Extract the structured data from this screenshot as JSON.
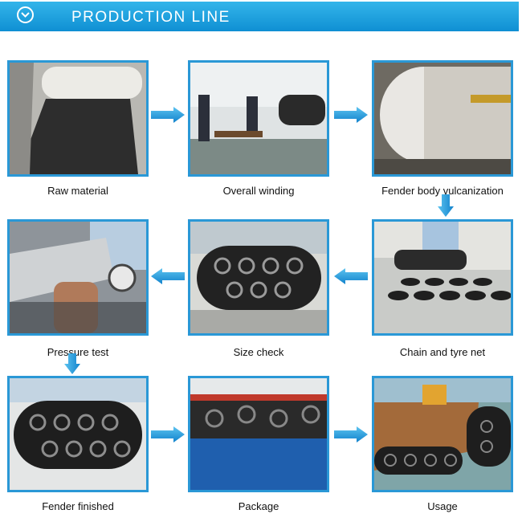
{
  "header": {
    "title": "PRODUCTION LINE",
    "icon": "chevron-down-circle-icon",
    "background": "#1ea1e0"
  },
  "colors": {
    "frame": "#2a98d6",
    "arrow": "#1a8fd3"
  },
  "steps": [
    {
      "label": "Raw material"
    },
    {
      "label": "Overall winding"
    },
    {
      "label": "Fender body vulcanization"
    },
    {
      "label": "Chain and tyre net"
    },
    {
      "label": "Size check"
    },
    {
      "label": "Pressure test"
    },
    {
      "label": "Fender finished"
    },
    {
      "label": "Package"
    },
    {
      "label": "Usage"
    }
  ],
  "flow_icon": "arrow-icon"
}
